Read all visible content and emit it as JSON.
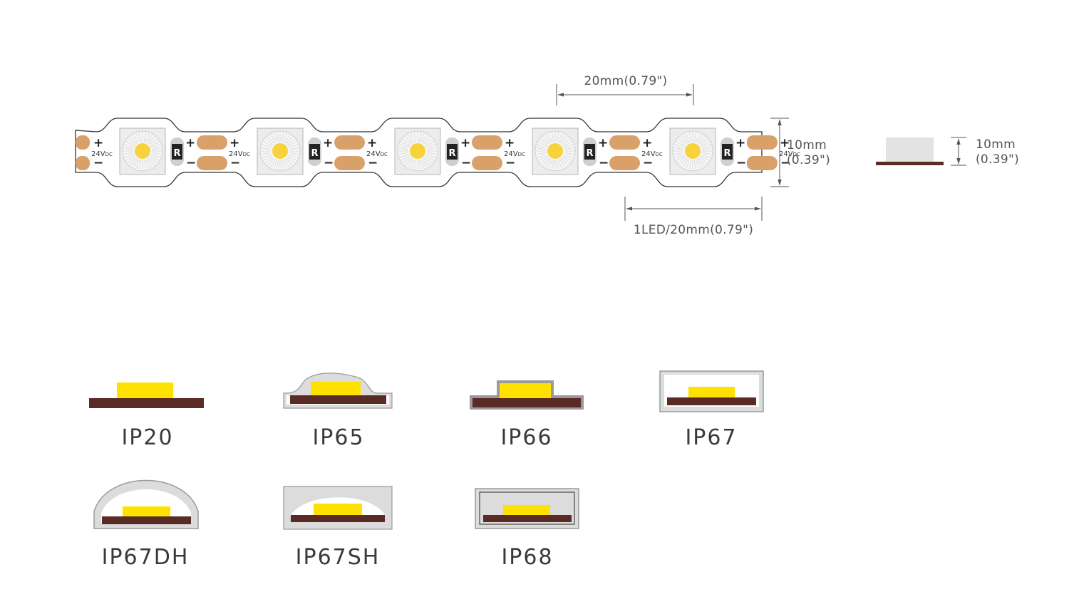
{
  "strip": {
    "voltage_label": "24V",
    "voltage_sub": "DC",
    "resistor_label": "R",
    "plus": "+",
    "minus": "−",
    "led_count": 5
  },
  "dimensions": {
    "pitch_top": "20mm(0.79\")",
    "width_mm": "10mm",
    "width_in": "(0.39\")",
    "pitch_bottom": "1LED/20mm(0.79\")",
    "side_mm": "10mm",
    "side_in": "(0.39\")"
  },
  "ip_ratings": [
    {
      "label": "IP20"
    },
    {
      "label": "IP65"
    },
    {
      "label": "IP66"
    },
    {
      "label": "IP67"
    },
    {
      "label": "IP67DH"
    },
    {
      "label": "IP67SH"
    },
    {
      "label": "IP68"
    }
  ],
  "colors": {
    "pcb": "#5a2a25",
    "chip": "#ffe100",
    "pad": "#d9a06a",
    "silicone": "#dcdcdc",
    "outline": "#9a9a9a",
    "led_core": "#f7d23c"
  }
}
